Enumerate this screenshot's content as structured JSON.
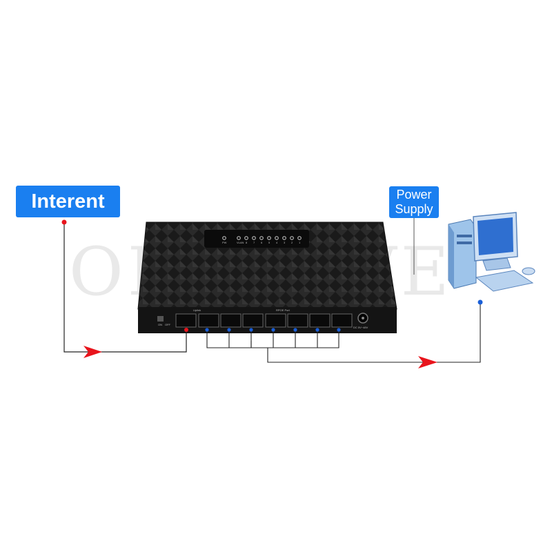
{
  "labels": {
    "internet": "Interent",
    "power_line1": "Power",
    "power_line2": "Supply"
  },
  "watermark": "OPISELVE",
  "device": {
    "led_labels": [
      "PW",
      "VLAN",
      "8",
      "7",
      "6",
      "5",
      "4",
      "3",
      "2",
      "1"
    ],
    "uplink_label": "Uplink",
    "poe_label": "RPOE Port",
    "switch_label_on": "ON",
    "switch_label_off": "OFF",
    "dc_label": "DC 5V~48V"
  },
  "colors": {
    "label_bg": "#1a7ff0",
    "internet_arrow": "#e8141c",
    "lan_arrow": "#e8141c",
    "port_dot": "#1a5fd8",
    "device_body": "#1c1c1c"
  }
}
